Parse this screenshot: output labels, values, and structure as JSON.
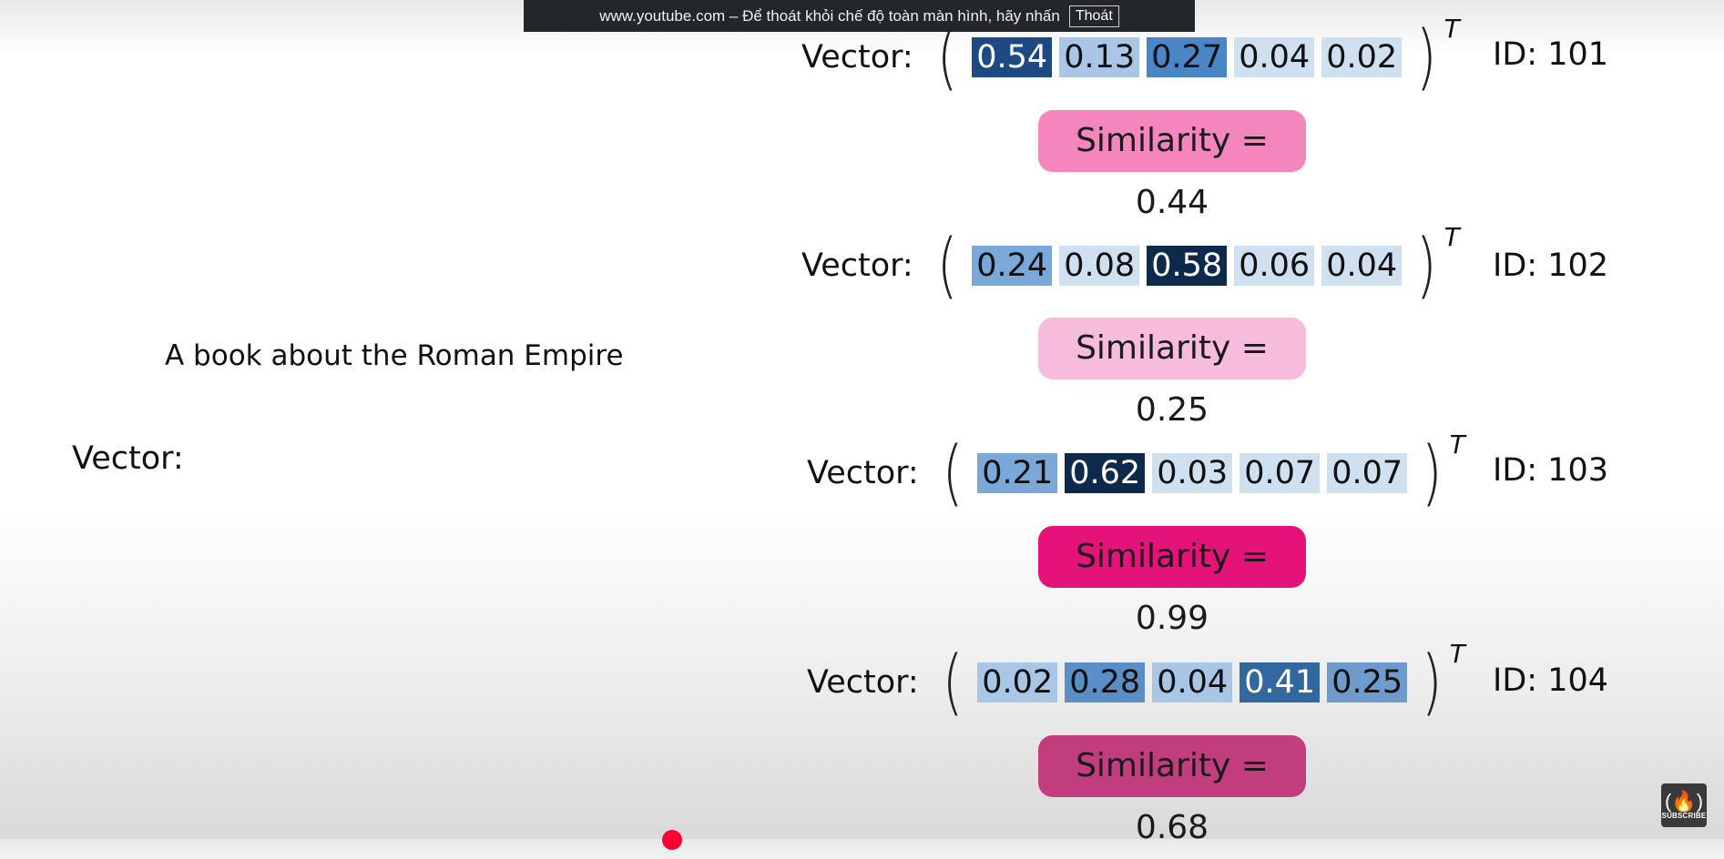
{
  "banner": {
    "message": "www.youtube.com – Để thoát khỏi chế độ toàn màn hình, hãy nhấn",
    "exit_label": "Thoát"
  },
  "query": {
    "text": "A book about the Roman Empire",
    "vector_label": "Vector:"
  },
  "results": [
    {
      "vector_label": "Vector:",
      "values": [
        "0.54",
        "0.13",
        "0.27",
        "0.04",
        "0.02"
      ],
      "colors": [
        "#1d4a82",
        "#a9c6e6",
        "#4a86c5",
        "#cfe0f0",
        "#cfe0f0"
      ],
      "transpose": "T",
      "id": "ID: 101",
      "similarity": "Similarity = 0.44",
      "similarity_color": "#f486bd"
    },
    {
      "vector_label": "Vector:",
      "values": [
        "0.24",
        "0.08",
        "0.58",
        "0.06",
        "0.04"
      ],
      "colors": [
        "#7aa8d8",
        "#cfe0f0",
        "#0d2a4d",
        "#cfe0f0",
        "#cfe0f0"
      ],
      "transpose": "T",
      "id": "ID: 102",
      "similarity": "Similarity = 0.25",
      "similarity_color": "#f7bcdc"
    },
    {
      "vector_label": "Vector:",
      "values": [
        "0.21",
        "0.62",
        "0.03",
        "0.07",
        "0.07"
      ],
      "colors": [
        "#7aa8d8",
        "#0d2a4d",
        "#cfe0f0",
        "#cfe0f0",
        "#cfe0f0"
      ],
      "transpose": "T",
      "id": "ID: 103",
      "similarity": "Similarity = 0.99",
      "similarity_color": "#e5127a"
    },
    {
      "vector_label": "Vector:",
      "values": [
        "0.02",
        "0.28",
        "0.04",
        "0.41",
        "0.25"
      ],
      "colors": [
        "#a9c6e6",
        "#5b8ec4",
        "#a9c6e6",
        "#33679f",
        "#6d9bcc"
      ],
      "transpose": "T",
      "id": "ID: 104",
      "similarity": "Similarity = 0.68",
      "similarity_color": "#c23d7e"
    }
  ],
  "subscribe": {
    "label": "SUBSCRIBE",
    "icon": "freecodecamp-fire-icon"
  }
}
